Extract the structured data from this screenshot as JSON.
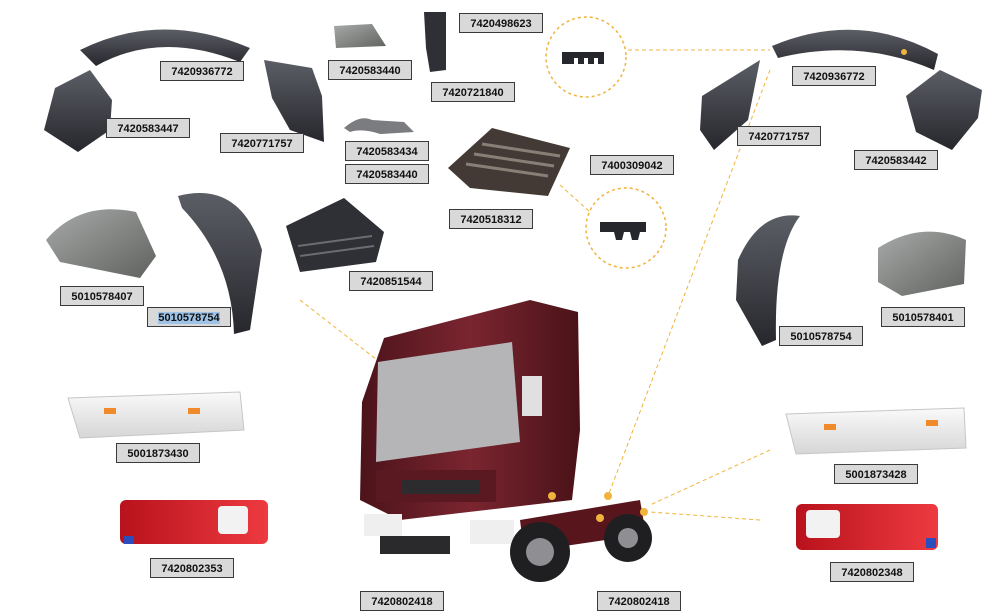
{
  "part_numbers": {
    "p1": "7420936772",
    "p2": "7420583447",
    "p3": "7420771757",
    "p4": "7420583440",
    "p5": "7420498623",
    "p6": "7420721840",
    "p7": "7420583434",
    "p8": "7420583440",
    "p9": "7400309042",
    "p10": "7420518312",
    "p11": "7420851544",
    "p12": "5010578407",
    "p13": "5010578754",
    "p14": "5001873430",
    "p15": "7420802353",
    "p16": "7420802418",
    "p17": "7420802418",
    "p18": "7420936772",
    "p19": "7420771757",
    "p20": "7420583442",
    "p21": "5010578754",
    "p22": "5010578401",
    "p23": "5001873428",
    "p24": "7420802348"
  },
  "colors": {
    "truck_cab": "#6b1e26",
    "plastic_part": "#3c3c42",
    "leader_line": "#f0b43c",
    "lamp_red": "#d3202a",
    "label_bg": "#d9d9d9"
  }
}
